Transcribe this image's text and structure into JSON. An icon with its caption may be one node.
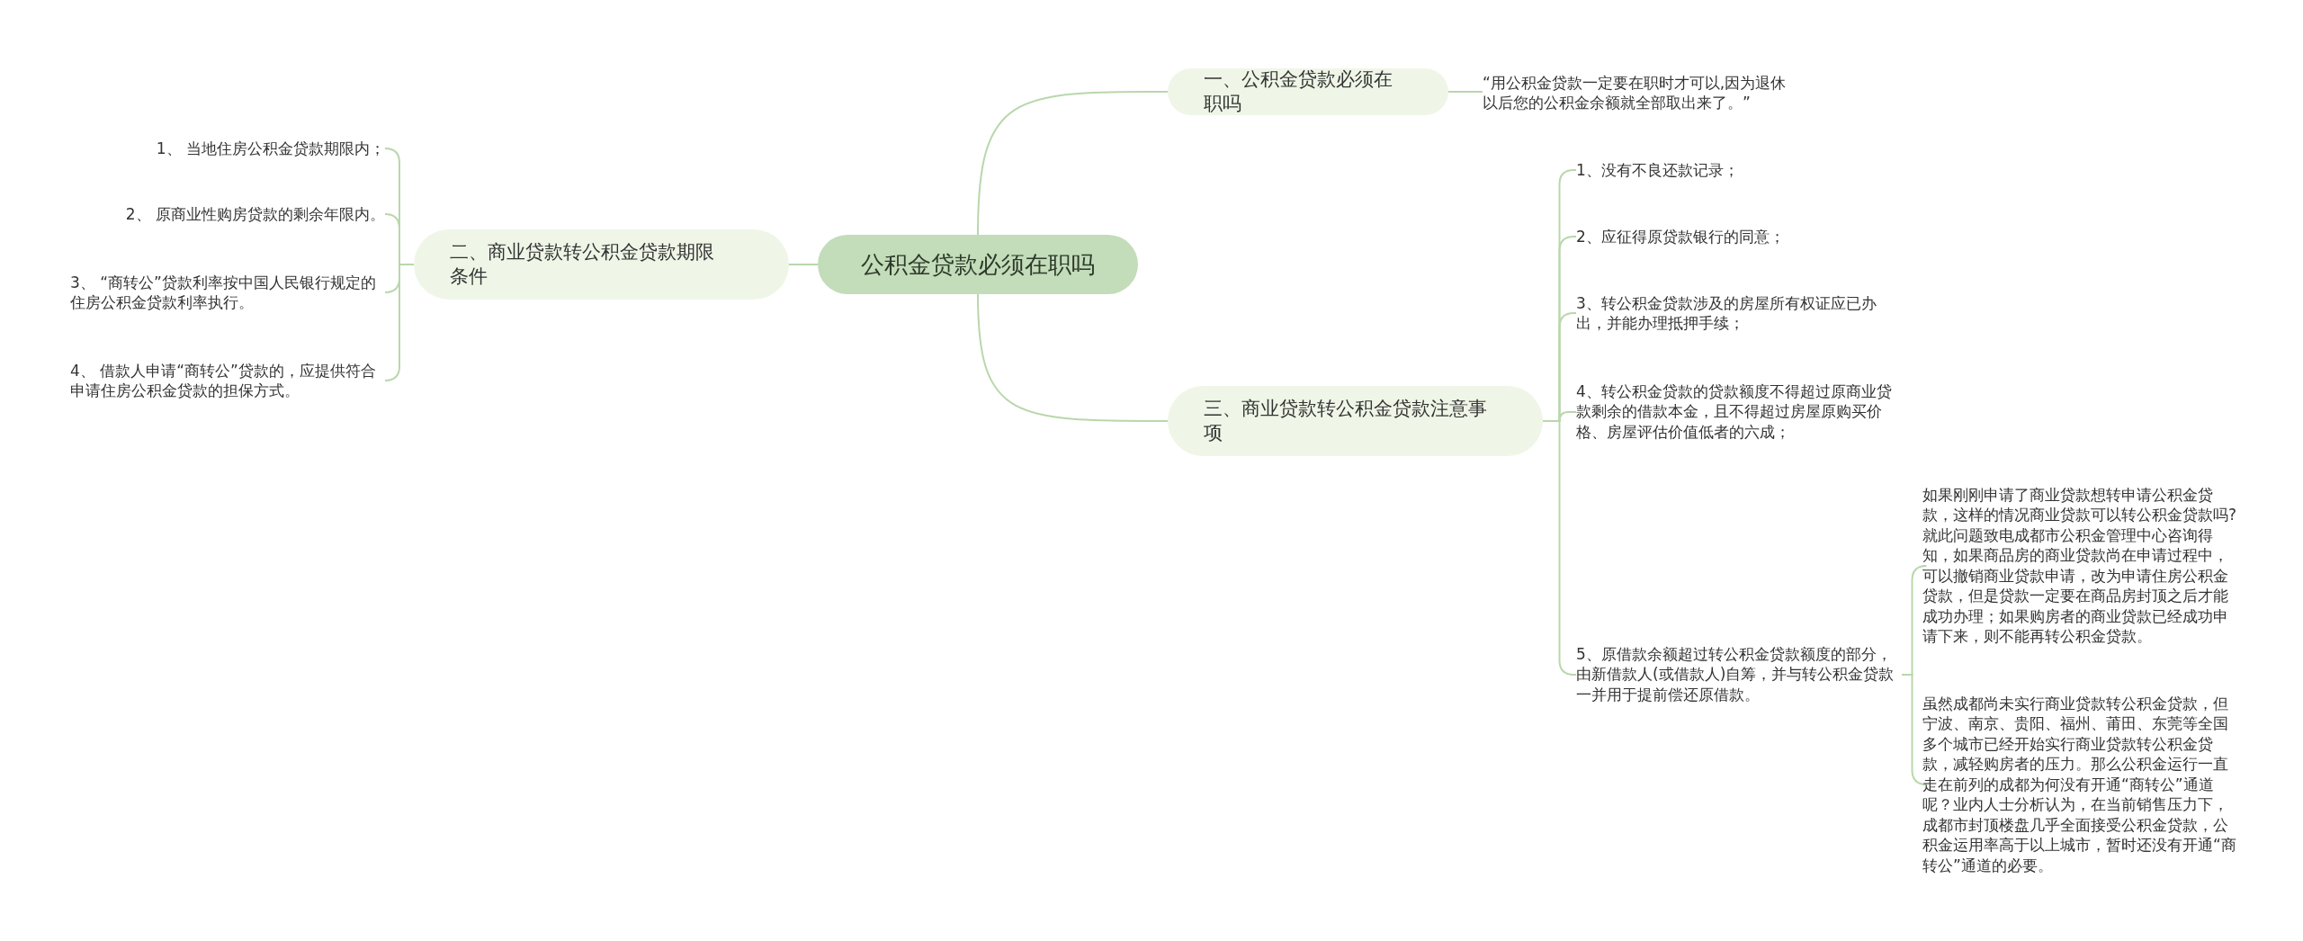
{
  "diagram": {
    "nodes": [
      {
        "text": [
          "公积金贷款必须在职吗"
        ]
      },
      {
        "text": [
          "一、公积金贷款必须在职吗"
        ]
      },
      {
        "text": [
          "“用公积金贷款一定要在职时才可以,因为退休以后您的公积金余额就全部取出来了。”"
        ]
      },
      {
        "text": [
          "二、商业贷款转公积金贷款期限条件"
        ]
      },
      {
        "text": [
          "1、 当地住房公积金贷款期限内；"
        ]
      },
      {
        "text": [
          "2、 原商业性购房贷款的剩余年限内。"
        ]
      },
      {
        "text": [
          "3、 “商转公”贷款利率按中国人民银行规定的住房公积金贷款利率执行。"
        ]
      },
      {
        "text": [
          "4、 借款人申请“商转公”贷款的，应提供符合申请住房公积金贷款的担保方式。"
        ]
      },
      {
        "text": [
          "三、商业贷款转公积金贷款注意事项"
        ]
      },
      {
        "text": [
          "1、没有不良还款记录；"
        ]
      },
      {
        "text": [
          "2、应征得原贷款银行的同意；"
        ]
      },
      {
        "text": [
          "3、转公积金贷款涉及的房屋所有权证应已办出，并能办理抵押手续；"
        ]
      },
      {
        "text": [
          "4、转公积金贷款的贷款额度不得超过原商业贷款剩余的借款本金，且不得超过房屋原购买价格、房屋评估价值低者的六成；"
        ]
      },
      {
        "text": [
          "5、原借款余额超过转公积金贷款额度的部分，由新借款人(或借款人)自筹，并与转公积金贷款一并用于提前偿还原借款。"
        ]
      },
      {
        "text": [
          "如果刚刚申请了商业贷款想转申请公积金贷款，这样的情况商业贷款可以转公积金贷款吗?就此问题致电成都市公积金管理中心咨询得知，如果商品房的商业贷款尚在申请过程中，可以撤销商业贷款申请，改为申请住房公积金贷款，但是贷款一定要在商品房封顶之后才能成功办理；如果购房者的商业贷款已经成功申请下来，则不能再转公积金贷款。"
        ]
      },
      {
        "text": [
          "虽然成都尚未实行商业贷款转公积金贷款，但宁波、南京、贵阳、福州、莆田、东莞等全国多个城市已经开始实行商业贷款转公积金贷款，减轻购房者的压力。那么公积金运行一直走在前列的成都为何没有开通“商转公”通道呢？业内人士分析认为，在当前销售压力下，成都市封顶楼盘几乎全面接受公积金贷款，公积金运用率高于以上城市，暂时还没有开通“商转公”通道的必要。"
        ]
      }
    ],
    "edges": [
      {
        "from": 0,
        "to": 1,
        "arrow": "none"
      },
      {
        "from": 1,
        "to": 2,
        "arrow": "none"
      },
      {
        "from": 0,
        "to": 3,
        "arrow": "none"
      },
      {
        "from": 3,
        "to": 4,
        "arrow": "none"
      },
      {
        "from": 3,
        "to": 5,
        "arrow": "none"
      },
      {
        "from": 3,
        "to": 6,
        "arrow": "none"
      },
      {
        "from": 3,
        "to": 7,
        "arrow": "none"
      },
      {
        "from": 0,
        "to": 8,
        "arrow": "none"
      },
      {
        "from": 8,
        "to": 9,
        "arrow": "none"
      },
      {
        "from": 8,
        "to": 10,
        "arrow": "none"
      },
      {
        "from": 8,
        "to": 11,
        "arrow": "none"
      },
      {
        "from": 8,
        "to": 12,
        "arrow": "none"
      },
      {
        "from": 8,
        "to": 13,
        "arrow": "none"
      },
      {
        "from": 13,
        "to": 14,
        "arrow": "none"
      },
      {
        "from": 13,
        "to": 15,
        "arrow": "none"
      }
    ]
  }
}
